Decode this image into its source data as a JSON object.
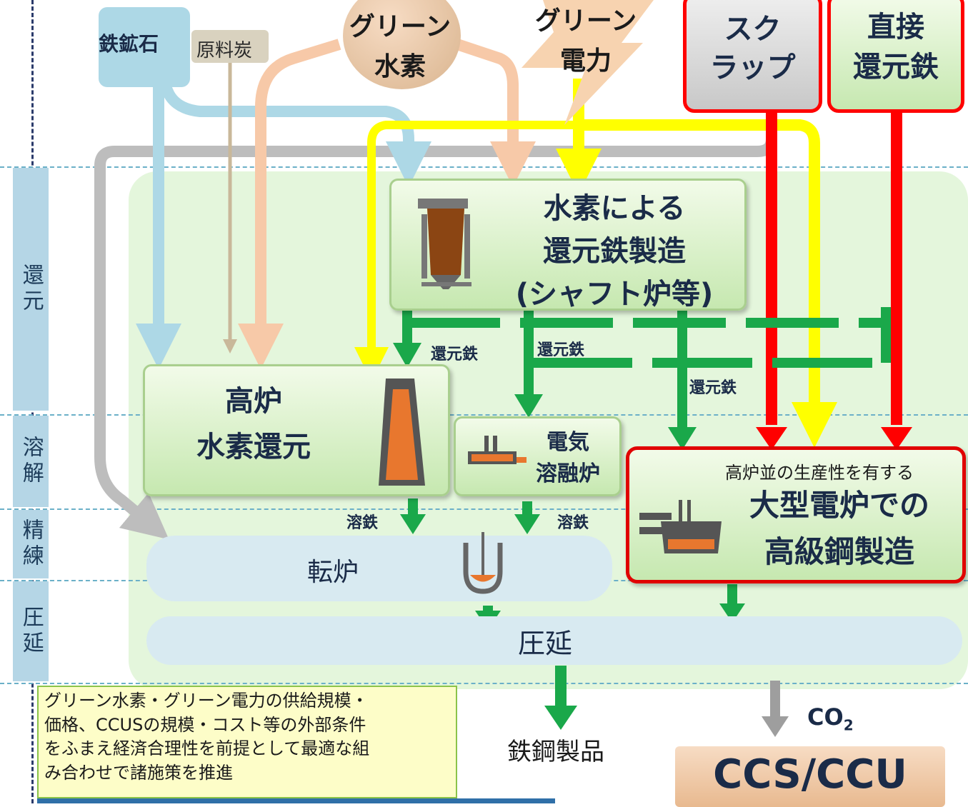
{
  "stages": [
    "還元",
    "溶解",
    "精練",
    "圧延"
  ],
  "inputs": {
    "iron_ore": "鉄鉱石",
    "coking_coal": "原料炭",
    "green_hydrogen": "グリーン\n水素",
    "green_power": "グリーン\n電力",
    "scrap": "スク\nラップ",
    "dri": "直接\n還元鉄"
  },
  "processes": {
    "shaft": "水素による\n還元鉄製造\n(シャフト炉等)",
    "blast_furnace": "高炉\n水素還元",
    "electric_melter": "電気\n溶融炉",
    "eaf_note": "高炉並の生産性を有する",
    "eaf": "大型電炉での\n高級鋼製造",
    "converter": "転炉",
    "rolling": "圧延"
  },
  "flows": {
    "dri1": "還元鉄",
    "dri2": "還元鉄",
    "dri3": "還元鉄",
    "hot_metal1": "溶鉄",
    "hot_metal2": "溶鉄",
    "co2": "CO",
    "co2_sub": "2"
  },
  "outputs": {
    "steel_products": "鉄鋼製品",
    "ccs": "CCS/CCU"
  },
  "note": "グリーン水素・グリーン電力の供給規模・\n価格、CCUSの規模・コスト等の外部条件\nをふまえ経済合理性を前提として最適な組\nみ合わせで諸施策を推進",
  "colors": {
    "ore_flow": "#add8e6",
    "coal_flow": "#c9b89a",
    "hydrogen_flow": "#f7c9a8",
    "power_flow": "#ffff00",
    "scrap_flow": "#bdbdbd",
    "red_flow": "#ff0000",
    "green_flow": "#1aa84a",
    "co2_flow": "#9e9e9e"
  }
}
